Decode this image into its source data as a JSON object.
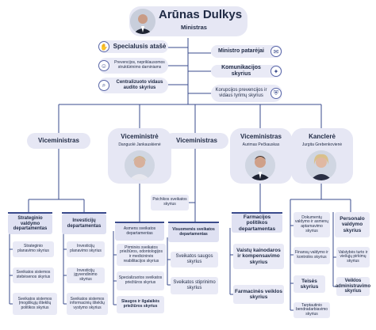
{
  "minister": {
    "name": "Arūnas Dulkys",
    "title": "Ministras"
  },
  "advisors": {
    "left": [
      {
        "label": "Specialusis atašė",
        "icon": "handshake-icon"
      },
      {
        "label": "Prevencijos, nepriklausomos struktūrinimo darniniams",
        "icon": "people-icon"
      },
      {
        "label": "Centralizuoto vidaus audito skyrius",
        "icon": "document-search-icon"
      }
    ],
    "right": [
      {
        "label": "Ministro patarėjai",
        "icon": "chat-icon"
      },
      {
        "label": "Komunikacijos skyrius",
        "icon": "megaphone-icon"
      },
      {
        "label": "Korupcijos prevencijos ir vidaus tyrimų skyrius",
        "icon": "shield-icon"
      }
    ]
  },
  "heads": [
    {
      "title": "Viceministras",
      "name": ""
    },
    {
      "title": "Viceministrė",
      "name": "Danguolė Jankauskienė"
    },
    {
      "title": "Viceministras",
      "name": ""
    },
    {
      "title": "Viceministras",
      "name": "Aurimas Pečkauskas"
    },
    {
      "title": "Kanclerė",
      "name": "Jurgita Grebenkovienė"
    }
  ],
  "col1": {
    "dept": "Strateginio valdymo departamentas",
    "units": [
      "Strateginio planavimo skyrius",
      "Sveikatos sistemos stebėsenos skyrius",
      "Sveikatos sistemos Įmogiškųjų išteklių politikos skyrius"
    ]
  },
  "col2": {
    "dept": "Investicijų departamentas",
    "units": [
      "Investicijų planavimo skyrius",
      "Investicijų įgyvendinimo skyrius",
      "Sveikatos sistemos informacinių išteklių vystymo skyrius"
    ]
  },
  "col3": {
    "units": [
      "Asmens sveikatos departamentas",
      "Pirminės sveikatos priežiūros, odontologijos ir medicininės reabilitacijos skyrius",
      "Specializuotos sveikatos priežiūros skyrius",
      "Slaugos ir ilgalaikės priežiūros skyrius"
    ]
  },
  "col4": {
    "top": "Psichikos sveikatos skyrius",
    "dept": "Visuomenės sveikatos departamentas",
    "units": [
      "Sveikatos saugos skyrius",
      "Sveikatos stiprinimo skyrius"
    ]
  },
  "col5": {
    "dept": "Farmacijos politikos departamentas",
    "units": [
      "Vaistų kainodaros ir kompensavimo skyrius",
      "Farmacinės veiklos skyrius"
    ]
  },
  "col6": {
    "units": [
      "Dokumentų valdymo ir asmenų aptarnavimo skyrius",
      "Finansų valdymo ir kontrolės skyrius",
      "Teisės skyrius",
      "Tarptautinio bendradarbiavimo skyrius"
    ]
  },
  "col7": {
    "units": [
      "Personalo valdymo skyrius",
      "Valstybės turto ir viešųjų pirkimų skyrius",
      "Veiklos administravimo skyrius"
    ]
  },
  "colors": {
    "box": "#e9eaf6",
    "line": "#3a4b8c",
    "accent": "#3a4b8c"
  }
}
